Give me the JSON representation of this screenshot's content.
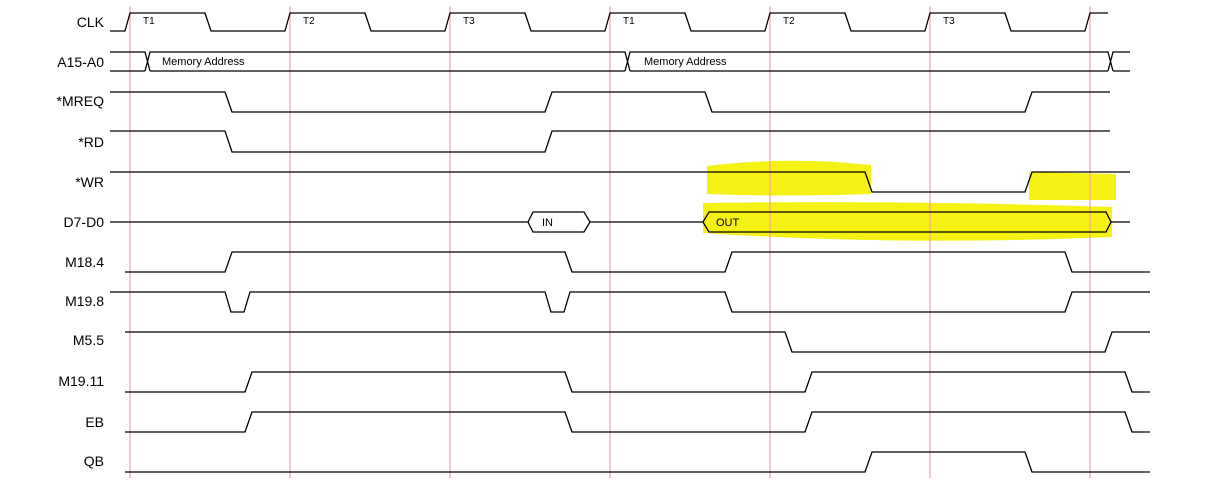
{
  "clock_phases": [
    "T1",
    "T2",
    "T3",
    "T1",
    "T2",
    "T3"
  ],
  "signals": [
    {
      "id": "clk",
      "label": "CLK"
    },
    {
      "id": "addr",
      "label": "A15-A0"
    },
    {
      "id": "mreq",
      "label": "*MREQ"
    },
    {
      "id": "rd",
      "label": "*RD"
    },
    {
      "id": "wr",
      "label": "*WR"
    },
    {
      "id": "data",
      "label": "D7-D0"
    },
    {
      "id": "m184",
      "label": "M18.4"
    },
    {
      "id": "m198",
      "label": "M19.8"
    },
    {
      "id": "m55",
      "label": "M5.5"
    },
    {
      "id": "m1911",
      "label": "M19.11"
    },
    {
      "id": "eb",
      "label": "EB"
    },
    {
      "id": "qb",
      "label": "QB"
    }
  ],
  "bus_labels": {
    "address_1": "Memory Address",
    "address_2": "Memory Address",
    "data_in": "IN",
    "data_out": "OUT"
  },
  "colors": {
    "trace": "#000000",
    "cycle_marker": "#f2a0a0",
    "highlight": "#f5f000"
  }
}
